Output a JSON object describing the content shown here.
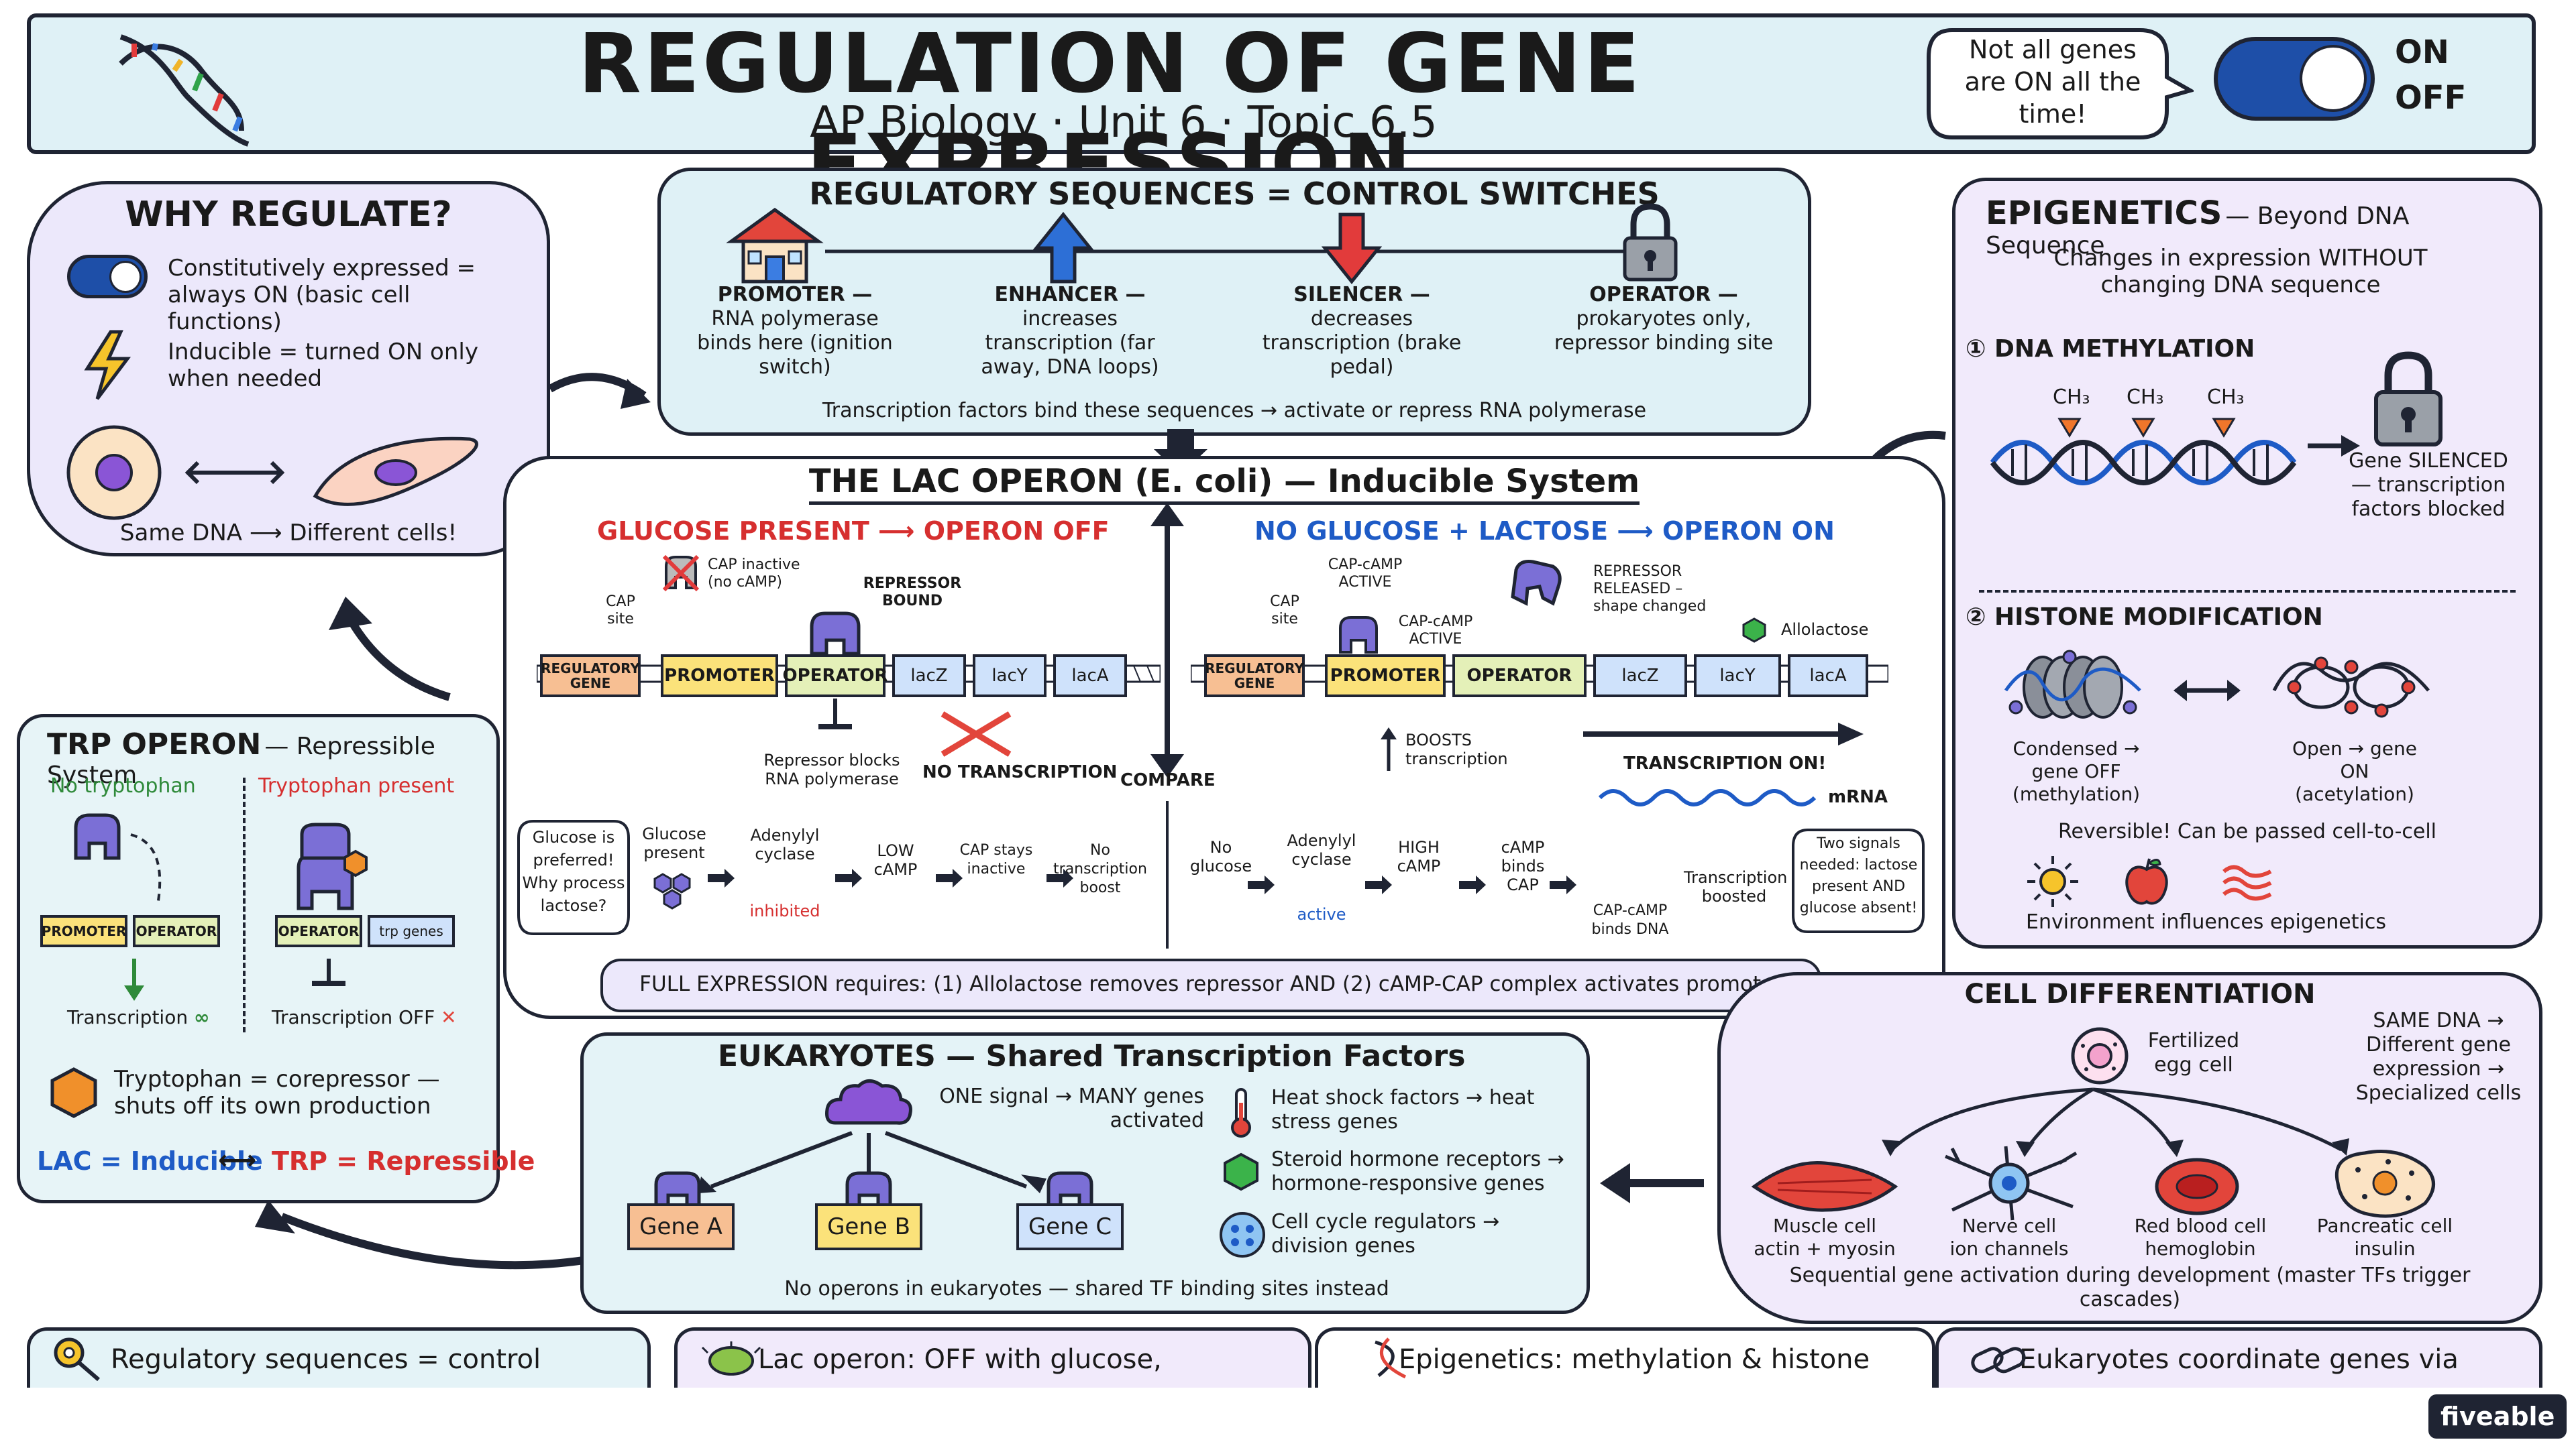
{
  "header": {
    "title": "REGULATION OF GENE EXPRESSION",
    "subtitle": "AP Biology · Unit 6 · Topic 6.5",
    "bubble": "Not all genes are ON all the time!",
    "toggle_on": "ON",
    "toggle_off": "OFF"
  },
  "why": {
    "title": "WHY REGULATE?",
    "constitutive": "Constitutively expressed = always ON (basic cell functions)",
    "inducible": "Inducible = turned ON only when needed",
    "caption": "Same DNA ⟶ Different cells!"
  },
  "reg": {
    "title": "REGULATORY SEQUENCES = CONTROL SWITCHES",
    "items": [
      {
        "name": "PROMOTER —",
        "desc": "RNA polymerase binds here (ignition switch)"
      },
      {
        "name": "ENHANCER —",
        "desc": "increases transcription (far away, DNA loops)"
      },
      {
        "name": "SILENCER —",
        "desc": "decreases transcription (brake pedal)"
      },
      {
        "name": "OPERATOR —",
        "desc": "prokaryotes only, repressor binding site"
      }
    ],
    "footer": "Transcription factors bind these sequences → activate or repress RNA polymerase"
  },
  "lac": {
    "title": "THE LAC OPERON (E. coli) — Inducible System",
    "left_head": "GLUCOSE PRESENT ⟶ OPERON OFF",
    "right_head": "NO GLUCOSE + LACTOSE ⟶ OPERON ON",
    "genes": [
      "REGULATORY GENE",
      "PROMOTER",
      "OPERATOR",
      "lacZ",
      "lacY",
      "lacA"
    ],
    "left_labels": {
      "cap_inactive": "CAP inactive (no cAMP)",
      "cap_site": "CAP site",
      "repressor_bound": "REPRESSOR BOUND",
      "blocks": "Repressor blocks RNA polymerase",
      "no_tx": "NO TRANSCRIPTION"
    },
    "compare": "COMPARE",
    "right_labels": {
      "capcamp_active": "CAP-cAMP ACTIVE",
      "cap_site": "CAP site",
      "capcamp_active2": "CAP-cAMP ACTIVE",
      "released": "REPRESSOR RELEASED – shape changed",
      "allolactose": "Allolactose",
      "boosts": "BOOSTS transcription",
      "tx_on": "TRANSCRIPTION ON!",
      "mrna": "mRNA"
    },
    "left_flow": {
      "bubble": "Glucose is preferred! Why process lactose?",
      "s1": "Glucose present",
      "s2": "Adenylyl cyclase",
      "s2b": "inhibited",
      "s3": "LOW cAMP",
      "s4": "CAP stays inactive",
      "s5": "No transcription boost"
    },
    "right_flow": {
      "s1": "No glucose",
      "s2": "Adenylyl cyclase",
      "s2b": "active",
      "s3": "HIGH cAMP",
      "s4": "cAMP binds CAP",
      "s5": "CAP-cAMP binds DNA",
      "s6": "Transcription boosted",
      "bubble": "Two signals needed: lactose present AND glucose absent!"
    },
    "full": "FULL EXPRESSION requires:  (1) Allolactose removes repressor AND (2) cAMP-CAP complex activates promoter"
  },
  "epi": {
    "title": "EPIGENETICS",
    "title2": "— Beyond DNA Sequence",
    "sub": "Changes in expression WITHOUT changing DNA sequence",
    "m1": "① DNA METHYLATION",
    "ch3": "CH₃",
    "silenced": "Gene SILENCED — transcription factors blocked",
    "m2": "② HISTONE MODIFICATION",
    "condensed": "Condensed → gene OFF (methylation)",
    "open": "Open → gene ON (acetylation)",
    "reversible": "Reversible! Can be passed cell-to-cell",
    "env": "Environment influences epigenetics"
  },
  "trp": {
    "title": "TRP OPERON",
    "title2": "— Repressible System",
    "left": "No tryptophan",
    "right": "Tryptophan present",
    "promoter": "PROMOTER",
    "operator": "OPERATOR",
    "trp_genes": "trp genes",
    "tx": "Transcription",
    "tx_off": "Transcription OFF",
    "corep": "Tryptophan = corepressor — shuts off its own production",
    "lac_ind": "LAC = Inducible",
    "trp_rep": "TRP = Repressible"
  },
  "euk": {
    "title": "EUKARYOTES — Shared Transcription Factors",
    "genes": [
      "Gene A",
      "Gene B",
      "Gene C"
    ],
    "one_signal": "ONE signal → MANY genes activated",
    "items": [
      "Heat shock factors → heat stress genes",
      "Steroid hormone receptors → hormone-responsive genes",
      "Cell cycle regulators → division genes"
    ],
    "footer": "No operons in eukaryotes — shared TF binding sites instead"
  },
  "diff": {
    "title": "CELL DIFFERENTIATION",
    "egg": "Fertilized egg cell",
    "same": "SAME DNA → Different gene expression → Specialized cells",
    "cells": [
      {
        "name": "Muscle cell",
        "gene": "actin + myosin"
      },
      {
        "name": "Nerve cell",
        "gene": "ion channels"
      },
      {
        "name": "Red blood cell",
        "gene": "hemoglobin"
      },
      {
        "name": "Pancreatic cell",
        "gene": "insulin"
      }
    ],
    "footer": "Sequential gene activation during development (master TFs trigger cascades)"
  },
  "bottom": [
    "Regulatory sequences = control",
    "Lac operon: OFF with glucose,",
    "Epigenetics: methylation & histone",
    "Eukaryotes coordinate genes via"
  ],
  "brand": "fiveable"
}
